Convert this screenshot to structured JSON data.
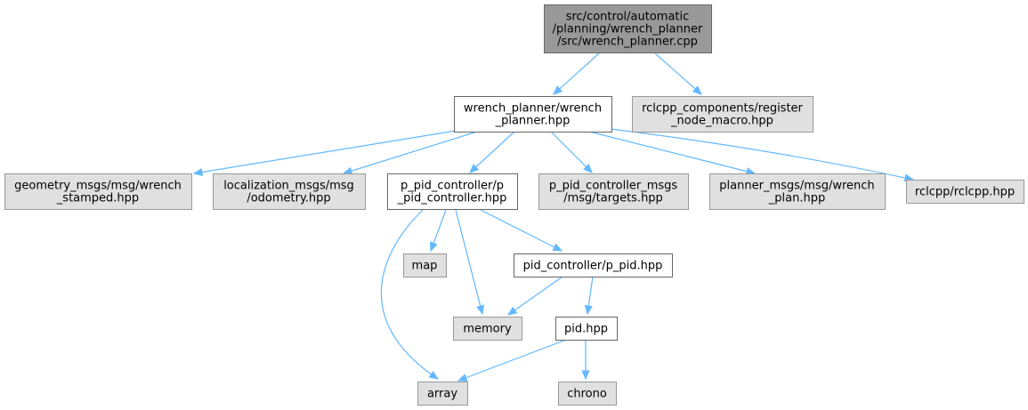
{
  "nodes": [
    {
      "id": "root",
      "lines": [
        "src/control/automatic",
        "/planning/wrench_planner",
        "/src/wrench_planner.cpp"
      ],
      "style": "root"
    },
    {
      "id": "wrench_planner_hpp",
      "lines": [
        "wrench_planner/wrench",
        "_planner.hpp"
      ],
      "style": "documented"
    },
    {
      "id": "register_node_macro",
      "lines": [
        "rclcpp_components/register",
        "_node_macro.hpp"
      ],
      "style": "external"
    },
    {
      "id": "wrench_stamped",
      "lines": [
        "geometry_msgs/msg/wrench",
        "_stamped.hpp"
      ],
      "style": "external"
    },
    {
      "id": "odometry",
      "lines": [
        "localization_msgs/msg",
        "/odometry.hpp"
      ],
      "style": "external"
    },
    {
      "id": "p_pid_controller_hpp",
      "lines": [
        "p_pid_controller/p",
        "_pid_controller.hpp"
      ],
      "style": "documented"
    },
    {
      "id": "targets",
      "lines": [
        "p_pid_controller_msgs",
        "/msg/targets.hpp"
      ],
      "style": "external"
    },
    {
      "id": "wrench_plan",
      "lines": [
        "planner_msgs/msg/wrench",
        "_plan.hpp"
      ],
      "style": "external"
    },
    {
      "id": "rclcpp",
      "lines": [
        "rclcpp/rclcpp.hpp"
      ],
      "style": "external"
    },
    {
      "id": "map",
      "lines": [
        "map"
      ],
      "style": "external"
    },
    {
      "id": "p_pid_hpp",
      "lines": [
        "pid_controller/p_pid.hpp"
      ],
      "style": "documented"
    },
    {
      "id": "memory",
      "lines": [
        "memory"
      ],
      "style": "external"
    },
    {
      "id": "pid_hpp",
      "lines": [
        "pid.hpp"
      ],
      "style": "documented"
    },
    {
      "id": "array",
      "lines": [
        "array"
      ],
      "style": "external"
    },
    {
      "id": "chrono",
      "lines": [
        "chrono"
      ],
      "style": "external"
    }
  ],
  "edges": [
    {
      "from": "root",
      "to": "wrench_planner_hpp"
    },
    {
      "from": "root",
      "to": "register_node_macro"
    },
    {
      "from": "wrench_planner_hpp",
      "to": "wrench_stamped"
    },
    {
      "from": "wrench_planner_hpp",
      "to": "odometry"
    },
    {
      "from": "wrench_planner_hpp",
      "to": "p_pid_controller_hpp"
    },
    {
      "from": "wrench_planner_hpp",
      "to": "targets"
    },
    {
      "from": "wrench_planner_hpp",
      "to": "wrench_plan"
    },
    {
      "from": "wrench_planner_hpp",
      "to": "rclcpp"
    },
    {
      "from": "p_pid_controller_hpp",
      "to": "map"
    },
    {
      "from": "p_pid_controller_hpp",
      "to": "memory"
    },
    {
      "from": "p_pid_controller_hpp",
      "to": "p_pid_hpp"
    },
    {
      "from": "p_pid_controller_hpp",
      "to": "array"
    },
    {
      "from": "p_pid_hpp",
      "to": "memory"
    },
    {
      "from": "p_pid_hpp",
      "to": "pid_hpp"
    },
    {
      "from": "pid_hpp",
      "to": "array"
    },
    {
      "from": "pid_hpp",
      "to": "chrono"
    }
  ],
  "colors": {
    "root_fill": "#999999",
    "root_stroke": "#666666",
    "documented_fill": "#ffffff",
    "documented_stroke": "#666666",
    "external_fill": "#e0e0e0",
    "external_stroke": "#999999",
    "edge": "#63b8ff"
  }
}
